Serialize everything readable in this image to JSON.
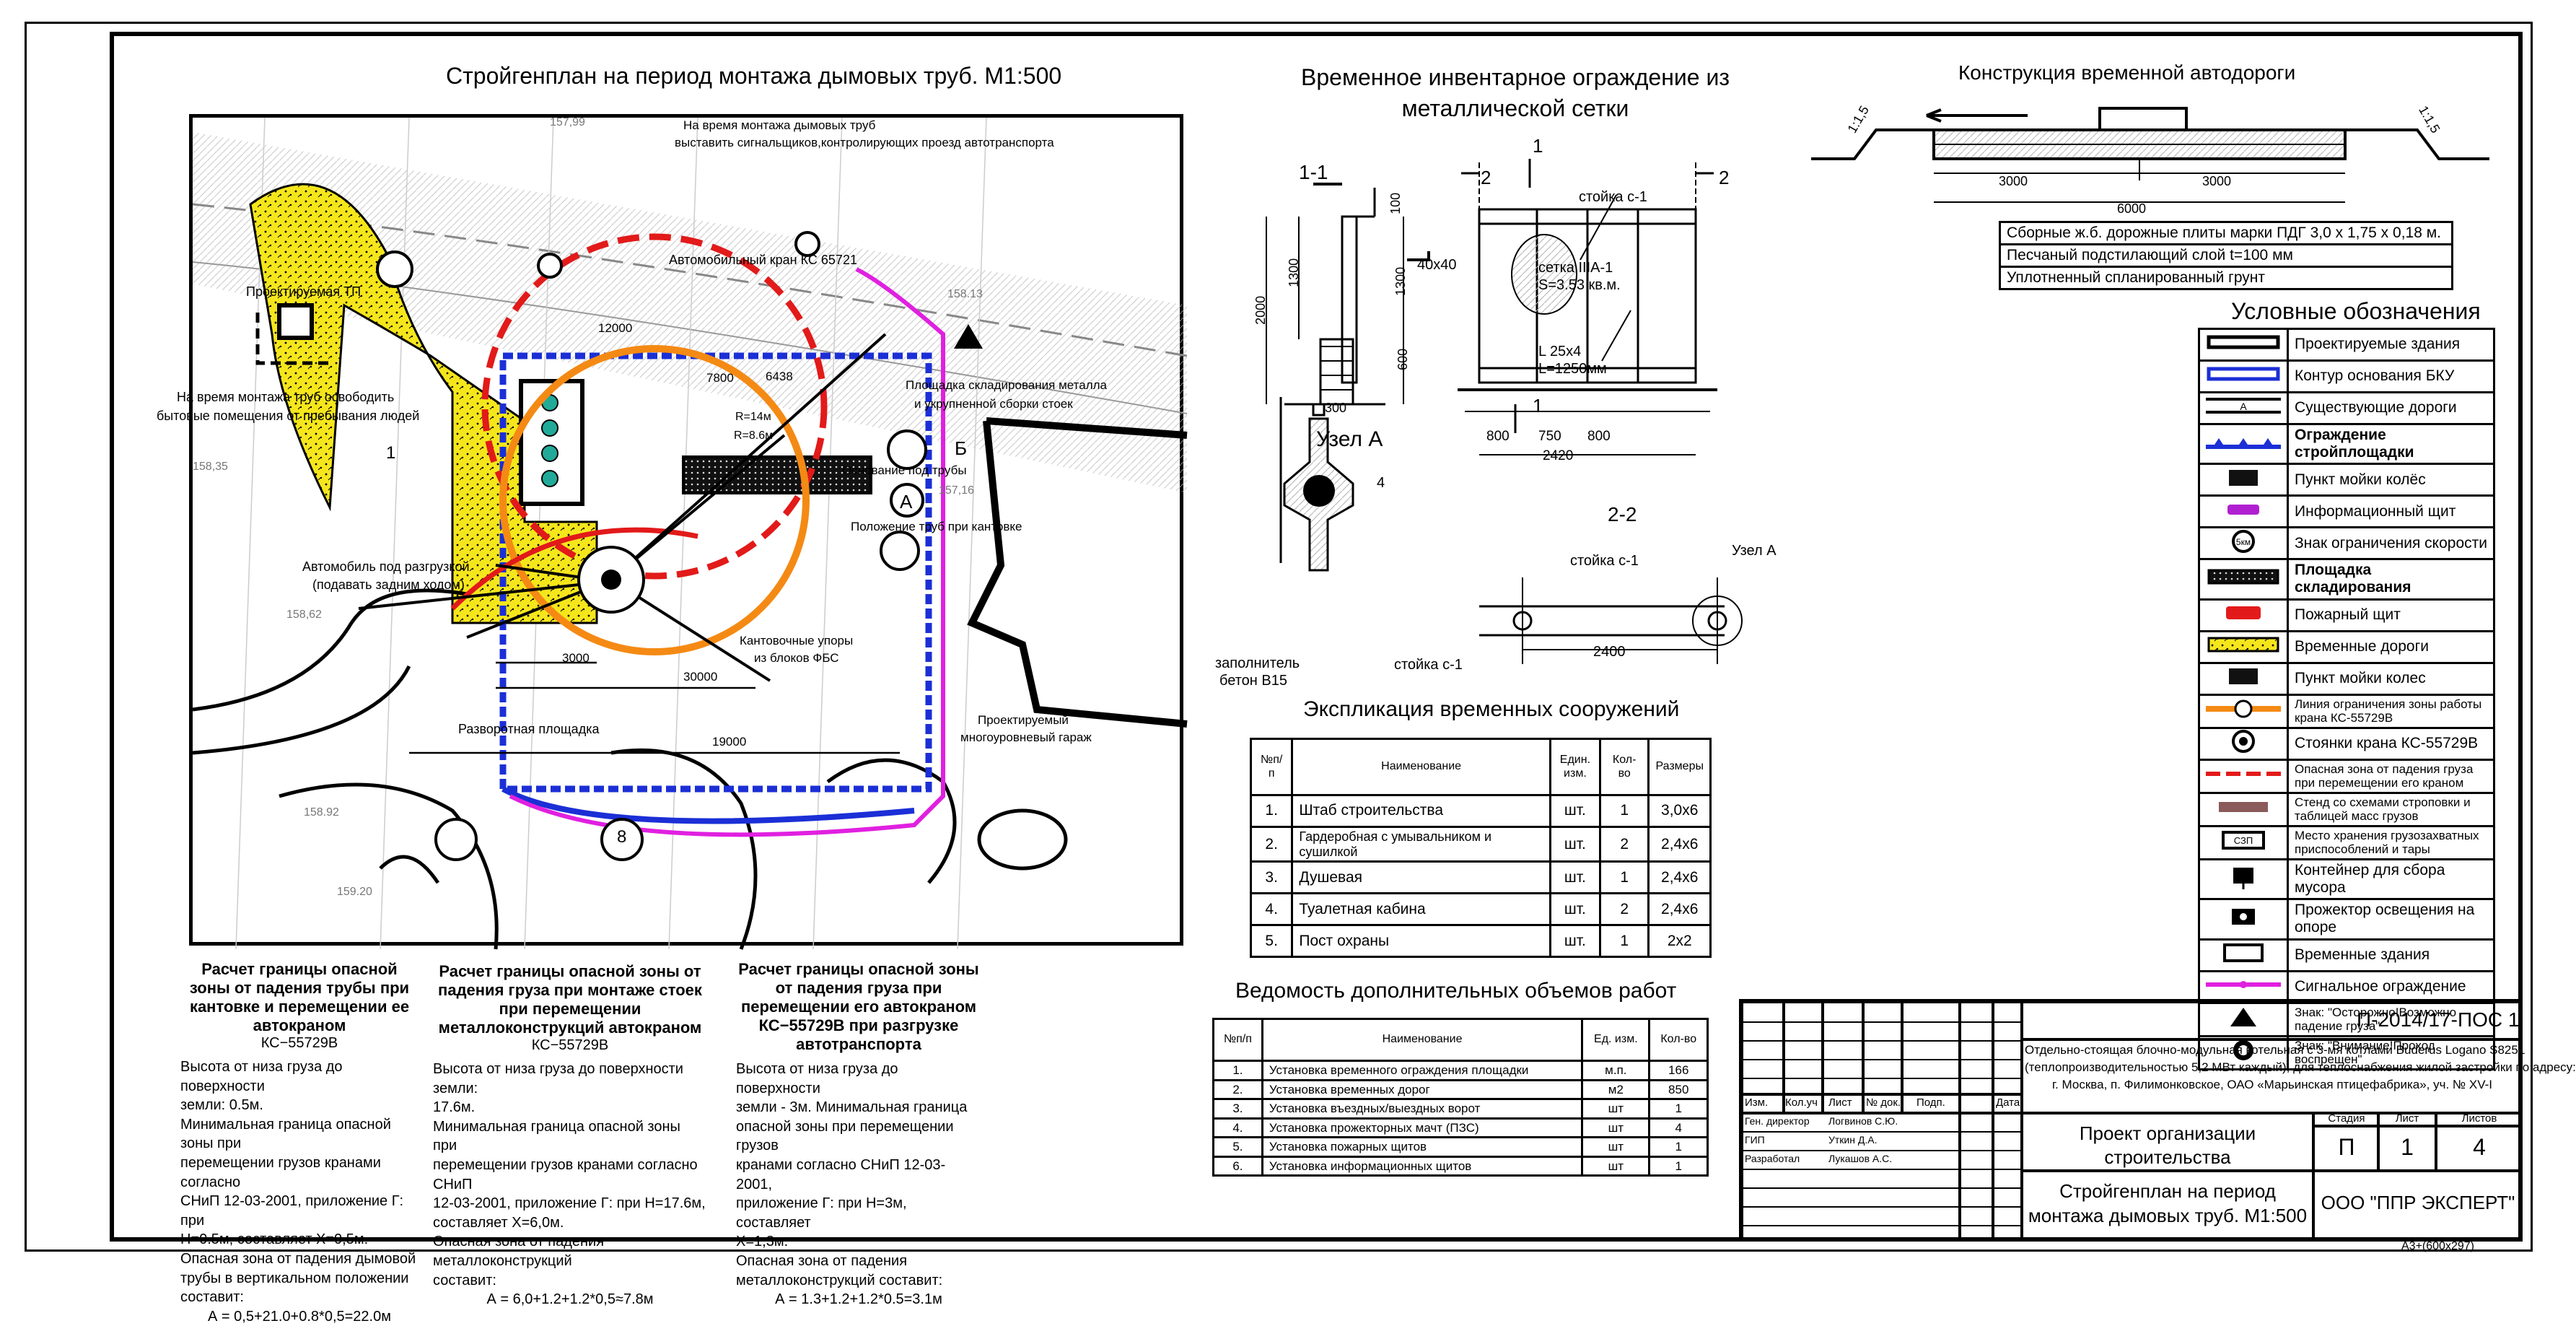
{
  "titles": {
    "site_plan": "Стройгенплан на период монтажа дымовых труб. М1:500",
    "fence": "Временное инвентарное ограждение из металлической сетки",
    "road": "Конструкция временной автодороги",
    "legend": "Условные обозначения",
    "structures": "Экспликация временных сооружений",
    "works": "Ведомость дополнительных объемов работ",
    "node_a": "Узел А",
    "section_11": "1-1",
    "section_22": "2-2"
  },
  "site_labels": {
    "note_top": "На время монтажа дымовых труб",
    "note_top2": "выставить сигнальщиков,контролирующих проезд автотранспорта",
    "crane": "Автомобильный кран КС 65721",
    "tp": "Проектируемая ТП",
    "release": "На время монтажа труб освободить",
    "release2": "бытовые помещения от пребывания людей",
    "storage": "Площадка складирования металла",
    "storage2": "и укрупненной сборки стоек",
    "pipe_base": "Основание под трубы",
    "pipe_tilt": "Положение труб при кантовке",
    "truck": "Автомобиль под разгрузкой",
    "truck2": "(подавать задним ходом)",
    "stops": "Кантовочные упоры",
    "stops2": "из блоков ФБС",
    "turn": "Разворотная площадка",
    "garage": "Проектируемый",
    "garage2": "многоуровневый гараж",
    "d12000": "12000",
    "d7800": "7800",
    "d6438": "6438",
    "d30000": "30000",
    "d19000": "19000",
    "d3000": "3000",
    "r14": "R=14м",
    "r8": "R=8.6м",
    "a": "А",
    "b": "Б",
    "n1": "1",
    "n8": "8",
    "h1": "157,99",
    "h2": "158.13",
    "h3": "158,35",
    "h4": "157,16",
    "h5": "158,62",
    "h6": "158.92",
    "h7": "159.20"
  },
  "fence_labels": {
    "post1": "стойка с-1",
    "mesh": "сетка IIIА-1",
    "area": "S=3.53 кв.м.",
    "angle": "L 25x4",
    "len": "L=1250мм",
    "l40": "40x40",
    "d800a": "800",
    "d750": "750",
    "d800b": "800",
    "d2420": "2420",
    "d2000": "2000",
    "d1300a": "1300",
    "d1300b": "1300",
    "d600": "600",
    "d300": "300",
    "d100": "100",
    "d4": "4",
    "fill": "заполнитель",
    "fill2": "бетон В15",
    "post2": "стойка с-1",
    "post3": "стойка с-1",
    "node": "Узел А",
    "d2400": "2400",
    "m1": "1",
    "m2": "2",
    "m1b": "1",
    "m2b": "2"
  },
  "road": {
    "slope_l": "1:1,5",
    "slope_r": "1:1,5",
    "d3000a": "3000",
    "d3000b": "3000",
    "d6000": "6000",
    "layers": [
      "Сборные ж.б. дорожные плиты марки ПДГ 3,0 х 1,75 х 0,18 м.",
      "Песчаный подстилающий слой t=100 мм",
      "Уплотненный спланированный грунт"
    ]
  },
  "legend": [
    "Проектируемые здания",
    "Контур основания БКУ",
    "Существующие дороги",
    "Ограждение стройплощадки",
    "Пункт мойки колёс",
    "Информационный щит",
    "Знак ограничения скорости",
    "Площадка складирования",
    "Пожарный щит",
    "Временные дороги",
    "Пункт мойки колес",
    "Линия ограничения зоны работы крана КС-55729В",
    "Стоянки крана КС-55729В",
    "Опасная зона от падения груза при перемещении его краном",
    "Стенд со схемами строповки и таблицей масс грузов",
    "Место хранения грузозахватных приспособлений и тары",
    "Контейнер для сбора мусора",
    "Прожектор освещения на опоре",
    "Временные здания",
    "Сигнальное ограждение",
    "Знак: \"Осторожно!Возможно падение груза\"",
    "Знак: \"Внимание!Проход воспрещен\""
  ],
  "legend_symbols": [
    "А",
    "5км",
    "СЗП"
  ],
  "structures": {
    "headers": [
      "№п/п",
      "Наименование",
      "Един. изм.",
      "Кол-во",
      "Размеры"
    ],
    "rows": [
      [
        "1.",
        "Штаб строительства",
        "шт.",
        "1",
        "3,0х6"
      ],
      [
        "2.",
        "Гардеробная с умывальником и сушилкой",
        "шт.",
        "2",
        "2,4х6"
      ],
      [
        "3.",
        "Душевая",
        "шт.",
        "1",
        "2,4х6"
      ],
      [
        "4.",
        "Туалетная кабина",
        "шт.",
        "2",
        "2,4х6"
      ],
      [
        "5.",
        "Пост охраны",
        "шт.",
        "1",
        "2х2"
      ]
    ]
  },
  "works": {
    "headers": [
      "№п/п",
      "Наименование",
      "Ед. изм.",
      "Кол-во"
    ],
    "rows": [
      [
        "1.",
        "Установка временного ограждения площадки",
        "м.п.",
        "166"
      ],
      [
        "2.",
        "Установка временных дорог",
        "м2",
        "850"
      ],
      [
        "3.",
        "Установка въездных/выездных ворот",
        "шт",
        "1"
      ],
      [
        "4.",
        "Установка прожекторных мачт (ПЗС)",
        "шт",
        "4"
      ],
      [
        "5.",
        "Установка пожарных щитов",
        "шт",
        "1"
      ],
      [
        "6.",
        "Установка информационных щитов",
        "шт",
        "1"
      ]
    ]
  },
  "calc": [
    {
      "title": "Расчет границы опасной зоны от падения трубы при кантовке и перемещении ее автокраном",
      "subtitle": "КС−55729В",
      "body": [
        "Высота от низа груза до поверхности",
        "земли: 0.5м.",
        "Минимальная граница опасной зоны при",
        "перемещении грузов кранами согласно",
        "СНиП 12-03-2001, приложение Г: при",
        "Н=0.5м, составляет Х=0,5м.",
        "Опасная зона от падения дымовой",
        "трубы в вертикальном положении",
        "составит:"
      ],
      "formula": "А = 0,5+21.0+0.8*0,5=22.0м"
    },
    {
      "title": "Расчет границы опасной зоны от падения груза при монтаже стоек при перемещении металлоконструкций автокраном",
      "subtitle": "КС−55729В",
      "body": [
        "Высота от низа груза до поверхности земли:",
        "17.6м.",
        "Минимальная граница опасной зоны при",
        "перемещении грузов кранами согласно СНиП",
        "12-03-2001, приложение Г: при Н=17.6м,",
        "составляет Х=6,0м.",
        "Опасная зона от падения металлоконструкций",
        "составит:"
      ],
      "formula": "А = 6,0+1.2+1.2*0,5≈7.8м"
    },
    {
      "title": "Расчет границы опасной зоны от падения груза при перемещении его автокраном",
      "subtitle": "КС−55729В при разгрузке автотранспорта",
      "body": [
        "Высота от низа груза до поверхности",
        "земли - 3м. Минимальная граница",
        "опасной зоны при перемещении грузов",
        "кранами согласно СНиП 12-03-2001,",
        "приложение Г: при Н=3м, составляет",
        "Х=1,3м.",
        "Опасная зона от падения",
        "металлоконструкций составит:"
      ],
      "formula": "А = 1.3+1.2+1.2*0.5=3.1м"
    }
  ],
  "stamp": {
    "code": "П-2014/17-ПОС 1",
    "object": [
      "Отдельно-стоящая блочно-модульная котельная с 3-мя котлами Buderus Logano S825L",
      "(теплопроизводительностью 5,2 МВт каждый), для теплоснабжения жилой застройки по адресу:",
      "г. Москва, п. Филимонковское, ОАО «Марьинская птицефабрика», уч. № XV-I"
    ],
    "project": "Проект организации строительства",
    "sheet_title": "Стройгенплан на период монтажа дымовых труб. М1:500",
    "company": "ООО \"ППР ЭКСПЕРТ\"",
    "stage_h": "Стадия",
    "sheet_h": "Лист",
    "sheets_h": "Листов",
    "stage": "П",
    "sheet": "1",
    "sheets": "4",
    "cols": [
      "Изм.",
      "Кол.уч",
      "Лист",
      "№ док.",
      "Подп.",
      "Дата"
    ],
    "people": [
      [
        "Ген. директор",
        "Логвинов С.Ю."
      ],
      [
        "ГИП",
        "Уткин Д.А."
      ],
      [
        "Разработал",
        "Лукашов А.С."
      ]
    ],
    "format": "А3+(600x297)"
  }
}
